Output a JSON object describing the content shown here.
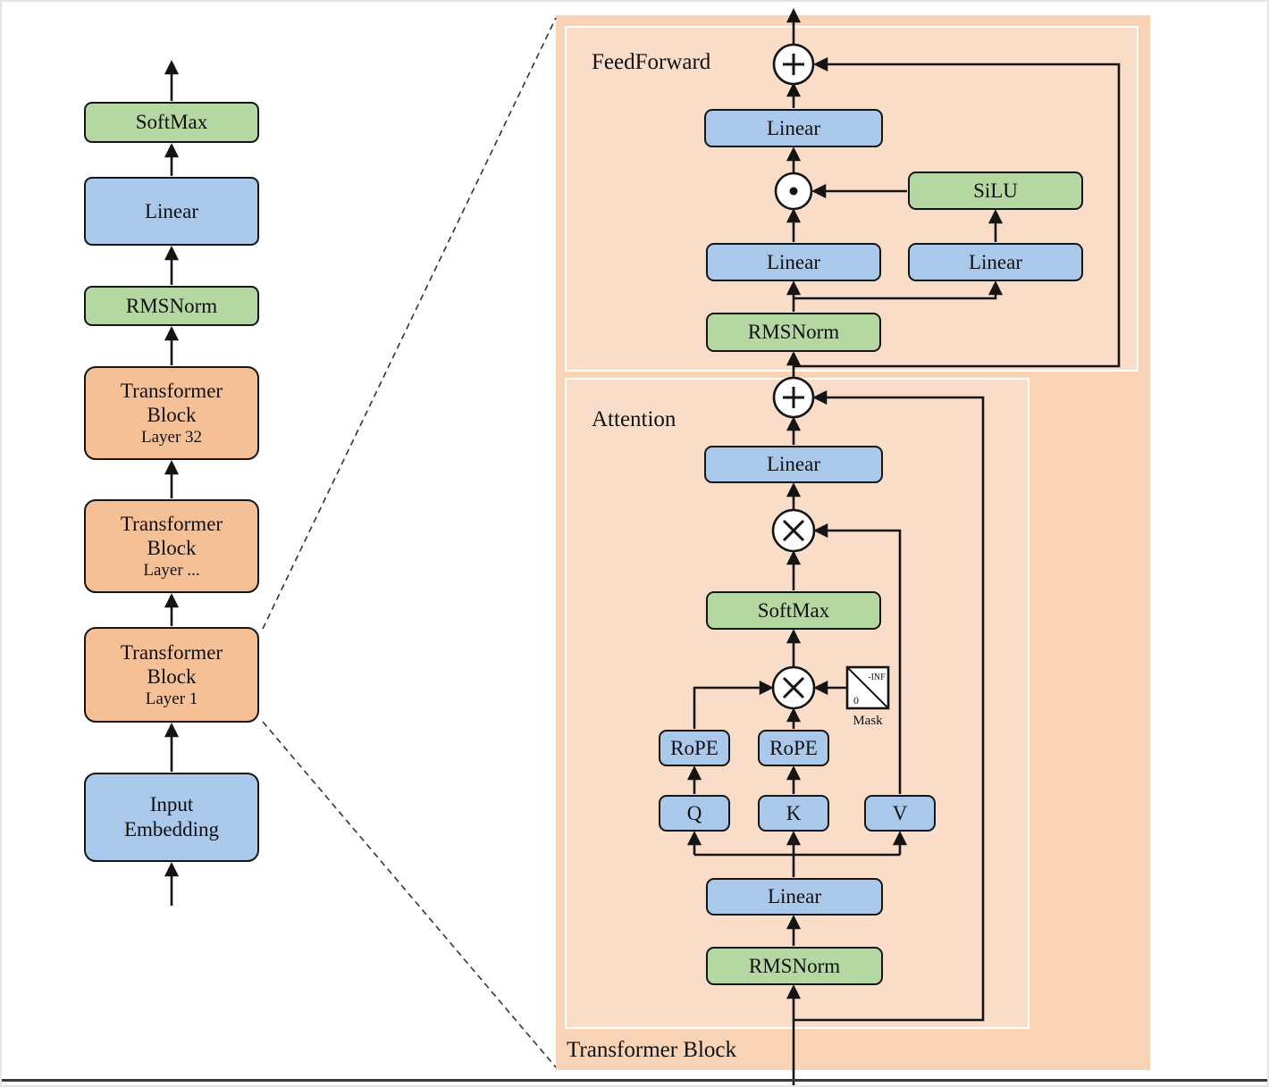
{
  "left_stack": {
    "softmax_label": "SoftMax",
    "linear_label": "Linear",
    "rmsnorm_label": "RMSNorm",
    "block_32": {
      "title1": "Transformer",
      "title2": "Block",
      "layer": "Layer 32"
    },
    "block_mid": {
      "title1": "Transformer",
      "title2": "Block",
      "layer": "Layer ..."
    },
    "block_1": {
      "title1": "Transformer",
      "title2": "Block",
      "layer": "Layer 1"
    },
    "input_embedding": {
      "line1": "Input",
      "line2": "Embedding"
    }
  },
  "detail_panel": {
    "label": "Transformer Block",
    "feedforward": {
      "label": "FeedForward",
      "linear_out": "Linear",
      "silu": "SiLU",
      "linear_left": "Linear",
      "linear_right": "Linear",
      "rmsnorm": "RMSNorm"
    },
    "attention": {
      "label": "Attention",
      "linear_out": "Linear",
      "softmax": "SoftMax",
      "mask_label": "Mask",
      "mask_inf": "-INF",
      "mask_zero": "0",
      "rope_left": "RoPE",
      "rope_right": "RoPE",
      "q": "Q",
      "k": "K",
      "v": "V",
      "linear_in": "Linear",
      "rmsnorm": "RMSNorm"
    }
  },
  "colors": {
    "blue": "#aac8ea",
    "green": "#b5d7a1",
    "orange_block": "#f6c096",
    "panel": "#f8d3b6",
    "subpanel": "#faddc8"
  }
}
